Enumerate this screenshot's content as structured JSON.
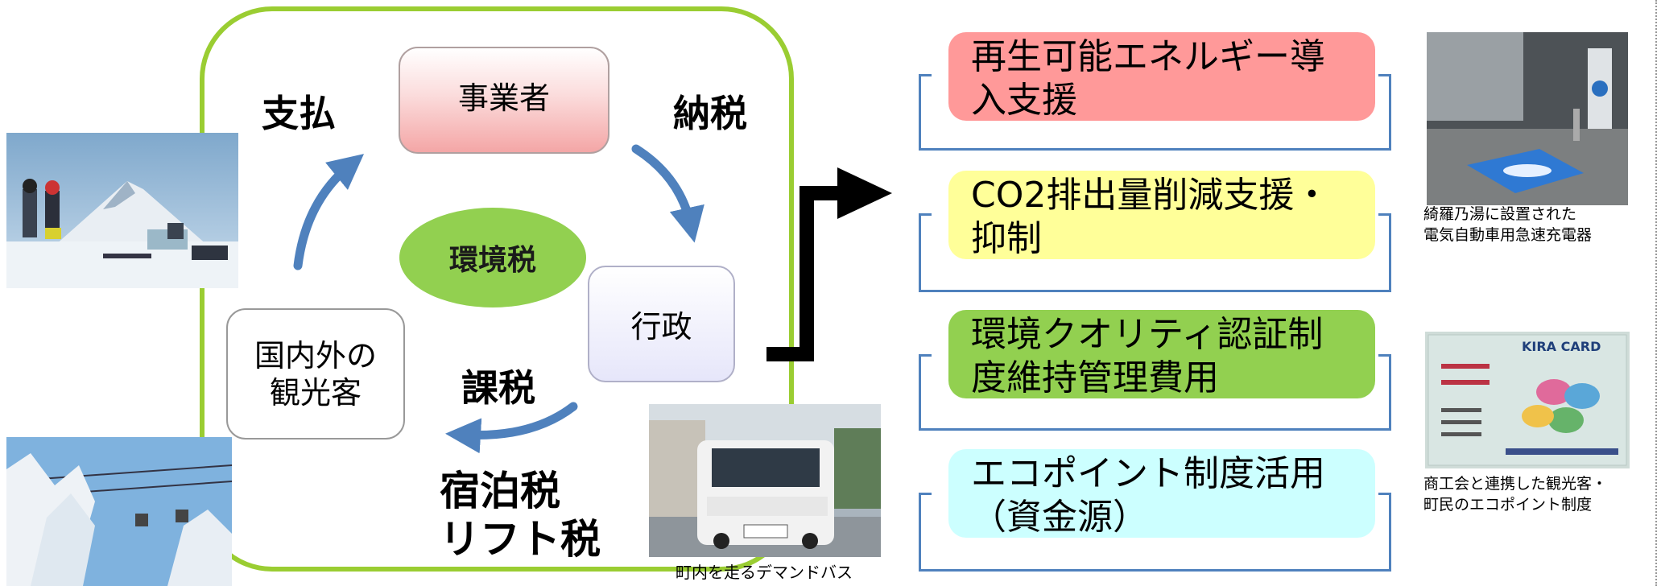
{
  "cycle": {
    "jigyousha": "事業者",
    "gyousei": "行政",
    "kankouka_line1": "国内外の",
    "kankouka_line2": "観光客",
    "kankyouzei": "環境税",
    "shiharai": "支払",
    "nouzei": "納税",
    "kazei": "課税",
    "shukuhakuzei": "宿泊税",
    "liftzei": "リフト税"
  },
  "uses": [
    {
      "line1": "再生可能エネルギー導",
      "line2": "入支援",
      "color": "#ff9999"
    },
    {
      "line1": "CO2排出量削減支援・",
      "line2": "抑制",
      "color": "#ffff99"
    },
    {
      "line1": "環境クオリティ認証制",
      "line2": "度維持管理費用",
      "color": "#92d050"
    },
    {
      "line1": "エコポイント制度活用",
      "line2": "（資金源）",
      "color": "#ccffff"
    }
  ],
  "captions": {
    "bus": "町内を走るデマンドバス",
    "charger_line1": "綺羅乃湯に設置された",
    "charger_line2": "電気自動車用急速充電器",
    "ecopoint_line1": "商工会と連携した観光客・",
    "ecopoint_line2": "町民のエコポイント制度"
  },
  "card": {
    "title": "KIRA CARD"
  },
  "colors": {
    "frame_green": "#9acd32",
    "arrow_blue": "#4f81bd",
    "bracket_blue": "#4f81bd",
    "ellipse_green": "#92d050"
  }
}
